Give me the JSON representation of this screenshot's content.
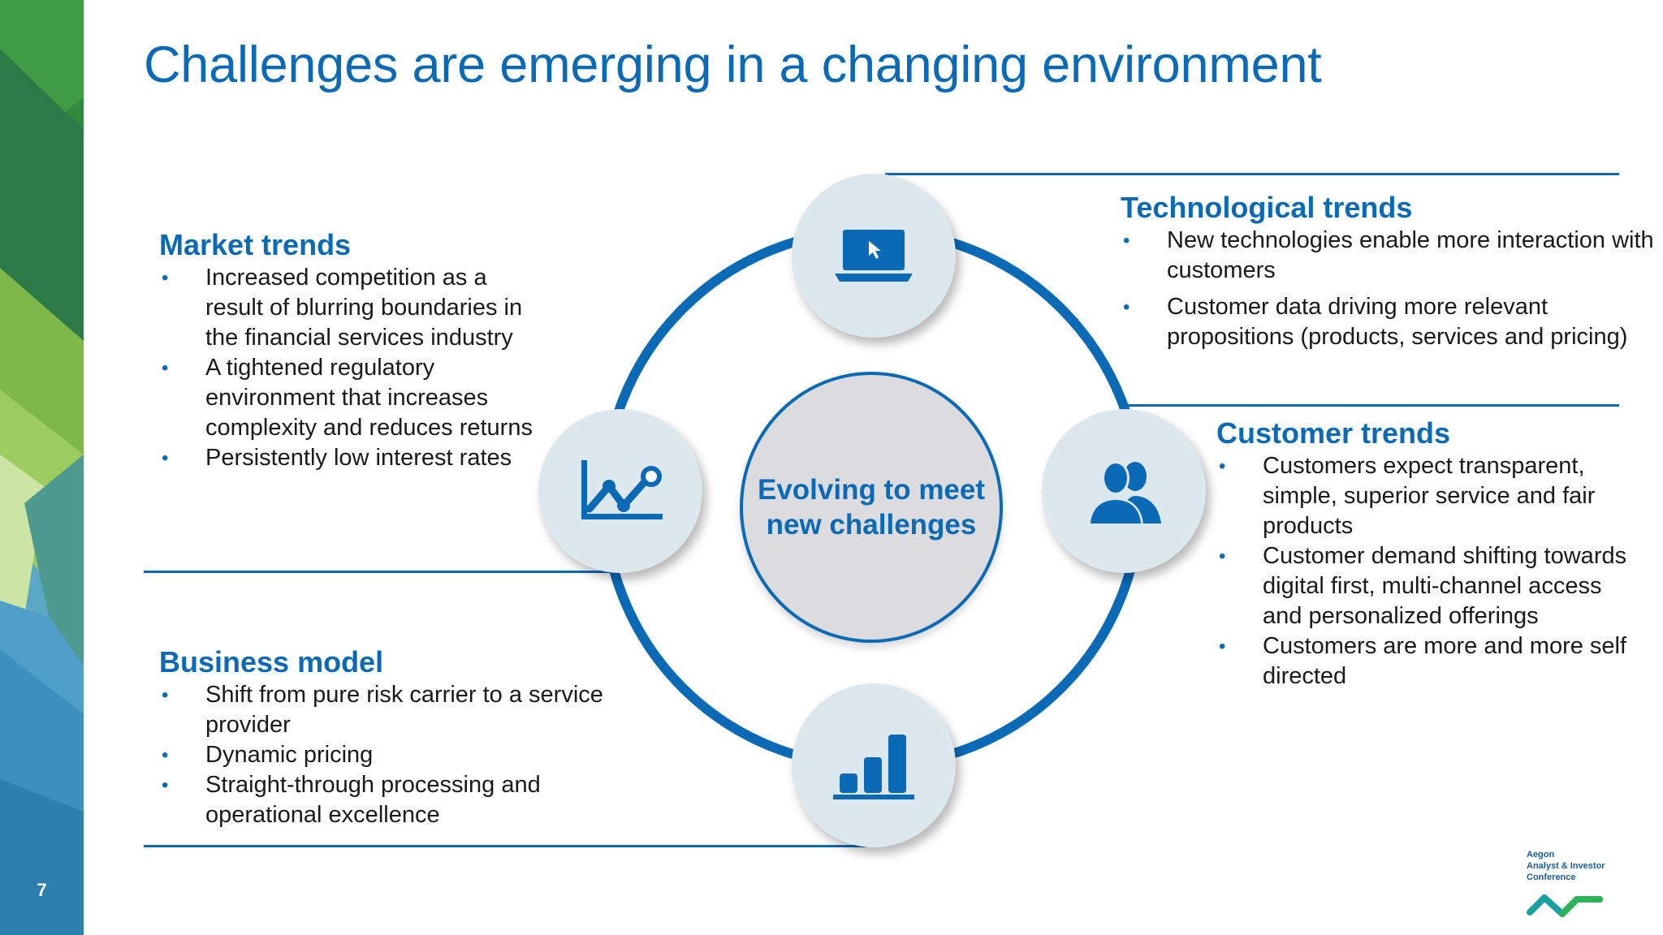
{
  "slide": {
    "number": "7",
    "title": "Challenges are emerging in a changing environment"
  },
  "center": {
    "label": "Evolving to meet\nnew challenges"
  },
  "sections": {
    "market": {
      "heading": "Market trends",
      "bullets": [
        "Increased competition as a result of blurring boundaries in the financial services industry",
        "A tightened regulatory environment that increases complexity and reduces returns",
        "Persistently low interest rates"
      ]
    },
    "technological": {
      "heading": "Technological trends",
      "bullets": [
        "New technologies enable more interaction with customers",
        "Customer data driving more relevant propositions (products, services and pricing)"
      ]
    },
    "customer": {
      "heading": "Customer trends",
      "bullets": [
        "Customers expect transparent, simple, superior service and fair products",
        "Customer demand shifting towards digital first, multi-channel access and personalized offerings",
        "Customers are more and more self directed"
      ]
    },
    "business": {
      "heading": "Business model",
      "bullets": [
        "Shift from pure risk carrier to a service provider",
        "Dynamic pricing",
        "Straight-through processing and operational excellence"
      ]
    }
  },
  "icons": {
    "top": "laptop-icon",
    "left": "line-chart-icon",
    "right": "people-icon",
    "bottom": "bar-chart-icon"
  },
  "logo": {
    "text": "Aegon\nAnalyst & Investor\nConference"
  },
  "colors": {
    "brand_blue": "#0b6ab6",
    "node_fill": "#dde8ee",
    "center_fill": "#dcdcdf"
  }
}
